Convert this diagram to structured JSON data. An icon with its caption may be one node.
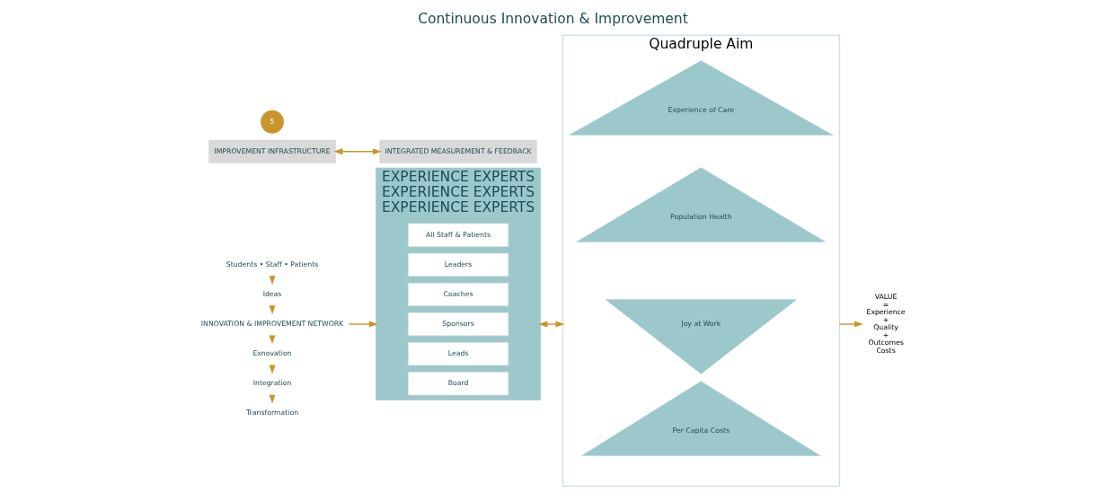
{
  "diagram": {
    "title": "Continuous Innovation & Improvement",
    "nodes": [
      {
        "text": [
          "Transformation"
        ]
      },
      {
        "text": [
          "Integration"
        ]
      },
      {
        "text": [
          "Exnovation"
        ]
      },
      {
        "text": [
          "INNOVATION & IMPROVEMENT NETWORK"
        ]
      },
      {
        "text": [
          "Ideas"
        ]
      },
      {
        "text": [
          "Students • Staff • Patients"
        ]
      },
      {
        "text": [
          "EXPERIENCE EXPERTS",
          "EXPERIENCE EXPERTS",
          "EXPERIENCE EXPERTS"
        ]
      },
      {
        "text": [
          "All Staff & Patients"
        ],
        "in": 6
      },
      {
        "text": [
          "Leaders"
        ],
        "in": 6
      },
      {
        "text": [
          "Coaches"
        ],
        "in": 6
      },
      {
        "text": [
          "Sponsors"
        ],
        "in": 6
      },
      {
        "text": [
          "Leads"
        ],
        "in": 6
      },
      {
        "text": [
          "Board"
        ],
        "in": 6
      },
      {
        "text": [
          "Quadruple Aim"
        ]
      },
      {
        "text": [
          "Experience of Care"
        ],
        "in": 13
      },
      {
        "text": [
          "Population Health"
        ],
        "in": 13
      },
      {
        "text": [
          "Joy at Work"
        ],
        "in": 13
      },
      {
        "text": [
          "Per Capita Costs"
        ],
        "in": 13
      },
      {
        "text": [
          "VALUE",
          "=",
          "Experience",
          "+",
          "Quality",
          "+",
          "Outcomes",
          "Costs"
        ]
      },
      {
        "text": [
          "IMPROVEMENT INFRASTRUCTURE"
        ]
      },
      {
        "text": [
          "INTEGRATED MEASUREMENT & FEEDBACK"
        ]
      }
    ],
    "edges": [
      {
        "from": 5,
        "to": 4,
        "arrow": "to"
      },
      {
        "from": 4,
        "to": 3,
        "arrow": "to"
      },
      {
        "from": 3,
        "to": 2,
        "arrow": "to"
      },
      {
        "from": 2,
        "to": 1,
        "arrow": "to"
      },
      {
        "from": 1,
        "to": 0,
        "arrow": "to"
      },
      {
        "from": 3,
        "to": 6,
        "arrow": "to"
      },
      {
        "from": 6,
        "to": 13,
        "arrow": "both"
      },
      {
        "from": 13,
        "to": 18,
        "arrow": "to"
      },
      {
        "from": 19,
        "to": 20,
        "arrow": "both"
      }
    ],
    "labels": [
      "5"
    ]
  }
}
